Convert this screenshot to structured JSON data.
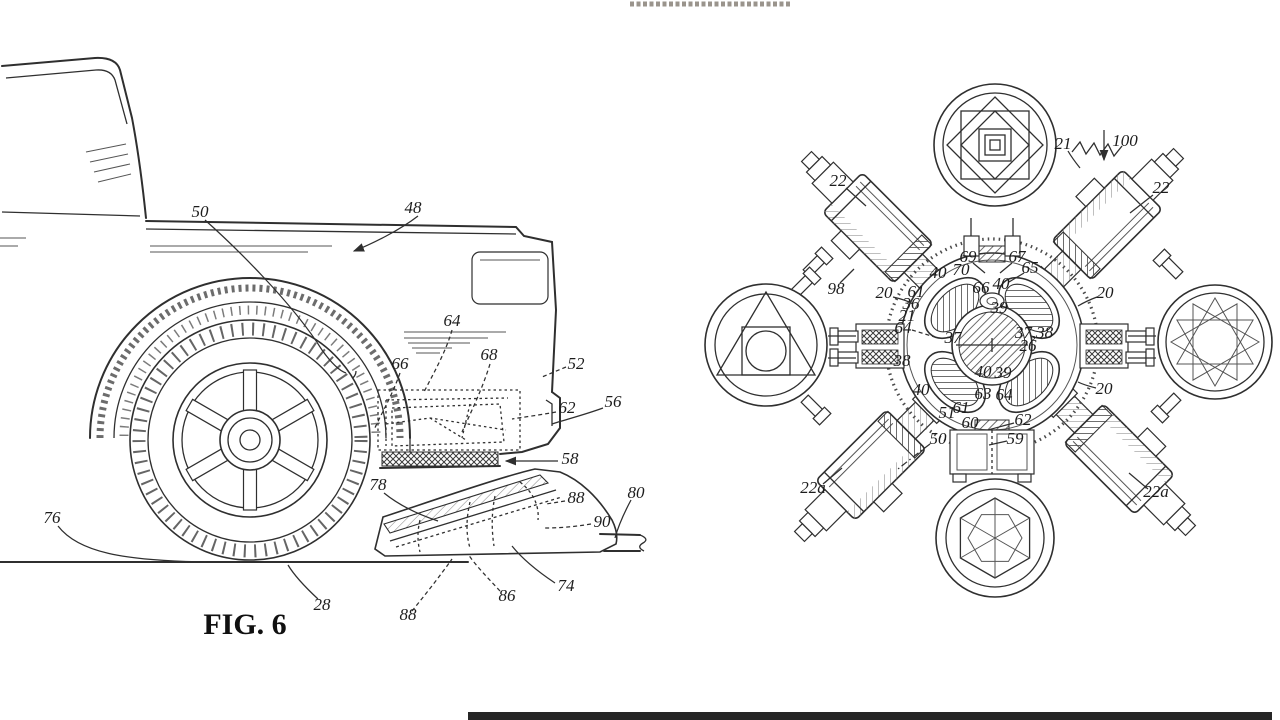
{
  "page": {
    "background": "#ffffff",
    "ink_color": "#2f2f2f",
    "bottom_bar_color": "#262626"
  },
  "fig6": {
    "caption": "FIG. 6",
    "description_labels_note": "reference numerals on truck / deployable step view",
    "labels": [
      "50",
      "48",
      "64",
      "66",
      "68",
      "52",
      "62",
      "56",
      "58",
      "78",
      "88",
      "90",
      "80",
      "74",
      "86",
      "88",
      "76",
      "28"
    ]
  },
  "fig7": {
    "description_labels_note": "reference numerals on rotary socket-hub assembly view",
    "labels": [
      "22",
      "21",
      "100",
      "22",
      "98",
      "20",
      "61",
      "36",
      "21",
      "64",
      "38",
      "40",
      "37",
      "69",
      "70",
      "40",
      "67",
      "65",
      "66",
      "40",
      "39",
      "37,38",
      "26",
      "20",
      "20",
      "40",
      "39",
      "63",
      "64",
      "61",
      "51",
      "60",
      "62",
      "59",
      "50",
      "22a",
      "22a"
    ]
  }
}
